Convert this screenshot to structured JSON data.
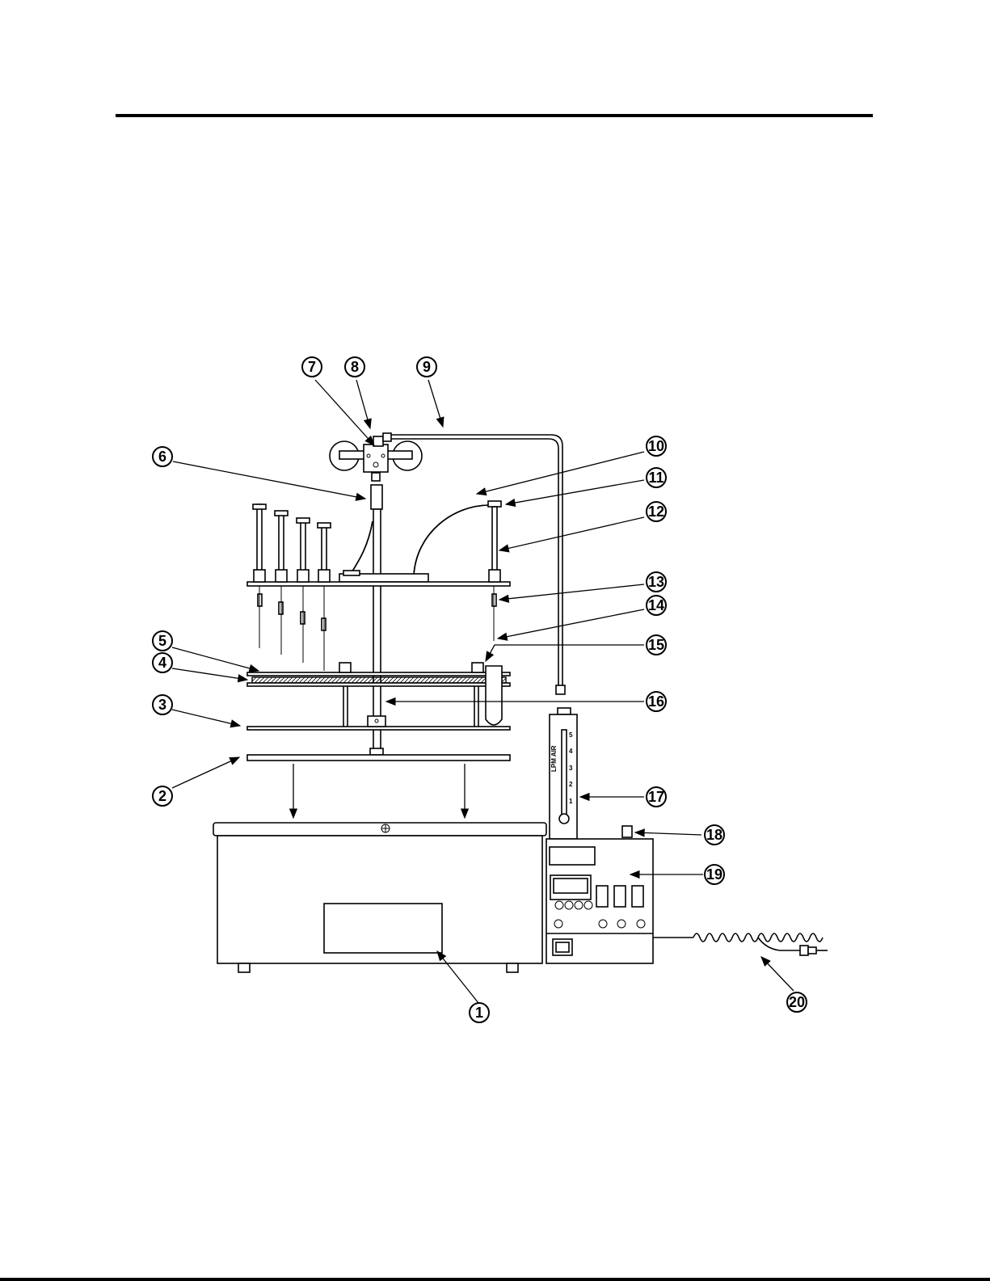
{
  "figure": {
    "callouts": [
      "1",
      "2",
      "3",
      "4",
      "5",
      "6",
      "7",
      "8",
      "9",
      "10",
      "11",
      "12",
      "13",
      "14",
      "15",
      "16",
      "17",
      "18",
      "19",
      "20"
    ],
    "flowmeter_scale": [
      "5",
      "4",
      "3",
      "2",
      "1"
    ],
    "flowmeter_label": "LPM AIR"
  }
}
